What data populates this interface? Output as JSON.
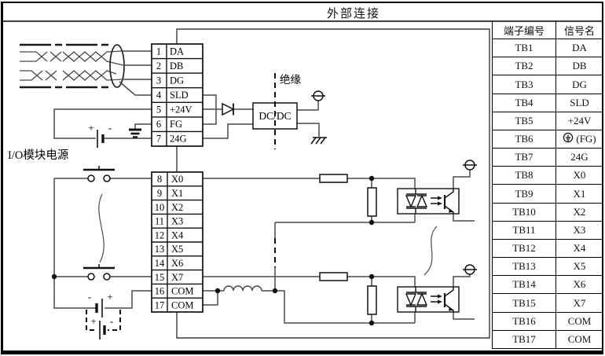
{
  "title": "外部连接",
  "diagram": {
    "io_power_label": "I/O模块电源",
    "insulation_label": "绝缘",
    "dcdc_label": "DC/DC",
    "battery_plus": "+",
    "battery_minus": "-",
    "upper_block": [
      {
        "num": "1",
        "label": "DA"
      },
      {
        "num": "2",
        "label": "DB"
      },
      {
        "num": "3",
        "label": "DG"
      },
      {
        "num": "4",
        "label": "SLD"
      },
      {
        "num": "5",
        "label": "+24V"
      },
      {
        "num": "6",
        "label": "FG"
      },
      {
        "num": "7",
        "label": "24G"
      }
    ],
    "lower_block": [
      {
        "num": "8",
        "label": "X0"
      },
      {
        "num": "9",
        "label": "X1"
      },
      {
        "num": "10",
        "label": "X2"
      },
      {
        "num": "11",
        "label": "X3"
      },
      {
        "num": "12",
        "label": "X4"
      },
      {
        "num": "13",
        "label": "X5"
      },
      {
        "num": "14",
        "label": "X6"
      },
      {
        "num": "15",
        "label": "X7"
      },
      {
        "num": "16",
        "label": "COM"
      },
      {
        "num": "17",
        "label": "COM"
      }
    ]
  },
  "table": {
    "headers": [
      "端子编号",
      "信号名"
    ],
    "rows": [
      {
        "terminal": "TB1",
        "signal": "DA"
      },
      {
        "terminal": "TB2",
        "signal": "DB"
      },
      {
        "terminal": "TB3",
        "signal": "DG"
      },
      {
        "terminal": "TB4",
        "signal": "SLD"
      },
      {
        "terminal": "TB5",
        "signal": "+24V"
      },
      {
        "terminal": "TB6",
        "signal": "(FG)",
        "icon": "protective-earth"
      },
      {
        "terminal": "TB7",
        "signal": "24G"
      },
      {
        "terminal": "TB8",
        "signal": "X0"
      },
      {
        "terminal": "TB9",
        "signal": "X1"
      },
      {
        "terminal": "TB10",
        "signal": "X2"
      },
      {
        "terminal": "TB11",
        "signal": "X3"
      },
      {
        "terminal": "TB12",
        "signal": "X4"
      },
      {
        "terminal": "TB13",
        "signal": "X5"
      },
      {
        "terminal": "TB14",
        "signal": "X6"
      },
      {
        "terminal": "TB15",
        "signal": "X7"
      },
      {
        "terminal": "TB16",
        "signal": "COM"
      },
      {
        "terminal": "TB17",
        "signal": "COM"
      }
    ]
  },
  "colors": {
    "wire": "#4a4a4a",
    "ink": "#111111"
  }
}
